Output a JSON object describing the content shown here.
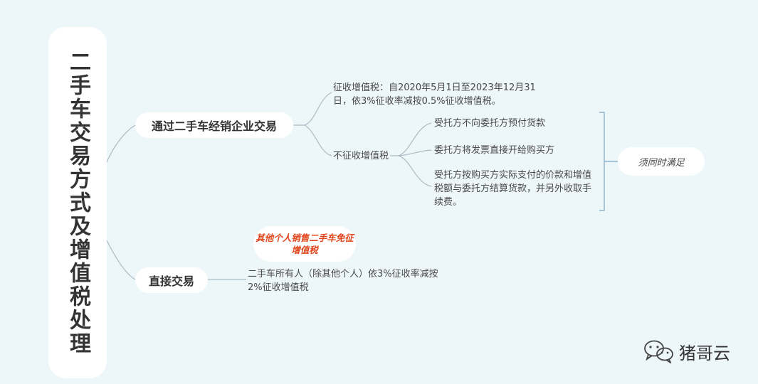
{
  "title": "二手车交易方式及增值税处理",
  "branches": [
    {
      "label": "通过二手车经销企业交易",
      "children": [
        {
          "text": "征收增值税：自2020年5月1日至2023年12月31日，依3%征收率减按0.5%征收增值税。"
        },
        {
          "text": "不征收增值税",
          "conditions": [
            "受托方不向委托方预付货款",
            "委托方将发票直接开给购买方",
            "受托方按购买方实际支付的价款和增值税额与委托方结算货款，并另外收取手续费。"
          ],
          "condition_note": "须同时满足"
        }
      ]
    },
    {
      "label": "直接交易",
      "note": "其他个人销售二手车免征增值税",
      "children": [
        {
          "text": "二手车所有人（除其他个人）依3%征收率减按2%征收增值税"
        }
      ]
    }
  ],
  "watermark": "猪哥云",
  "colors": {
    "background": "#edf6f8",
    "connector": "#a9bcc7",
    "bracket": "#8fb3c9",
    "accent": "#e0461b"
  }
}
